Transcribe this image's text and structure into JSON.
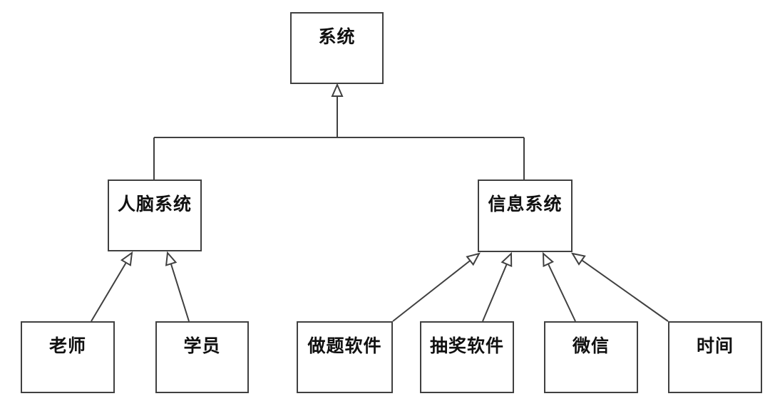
{
  "diagram": {
    "type": "uml-generalization-hierarchy",
    "background_color": "#ffffff",
    "line_color": "#404040",
    "text_color": "#111111",
    "nodes": {
      "root": {
        "label": "系统"
      },
      "brain": {
        "label": "人脑系统"
      },
      "info": {
        "label": "信息系统"
      },
      "teacher": {
        "label": "老师"
      },
      "student": {
        "label": "学员"
      },
      "quiz": {
        "label": "做题软件"
      },
      "lottery": {
        "label": "抽奖软件"
      },
      "wechat": {
        "label": "微信"
      },
      "time": {
        "label": "时间"
      }
    },
    "edges": [
      {
        "from": "人脑系统",
        "to": "系统",
        "type": "generalization"
      },
      {
        "from": "信息系统",
        "to": "系统",
        "type": "generalization"
      },
      {
        "from": "老师",
        "to": "人脑系统",
        "type": "generalization"
      },
      {
        "from": "学员",
        "to": "人脑系统",
        "type": "generalization"
      },
      {
        "from": "做题软件",
        "to": "信息系统",
        "type": "generalization"
      },
      {
        "from": "抽奖软件",
        "to": "信息系统",
        "type": "generalization"
      },
      {
        "from": "微信",
        "to": "信息系统",
        "type": "generalization"
      },
      {
        "from": "时间",
        "to": "信息系统",
        "type": "generalization"
      }
    ]
  }
}
